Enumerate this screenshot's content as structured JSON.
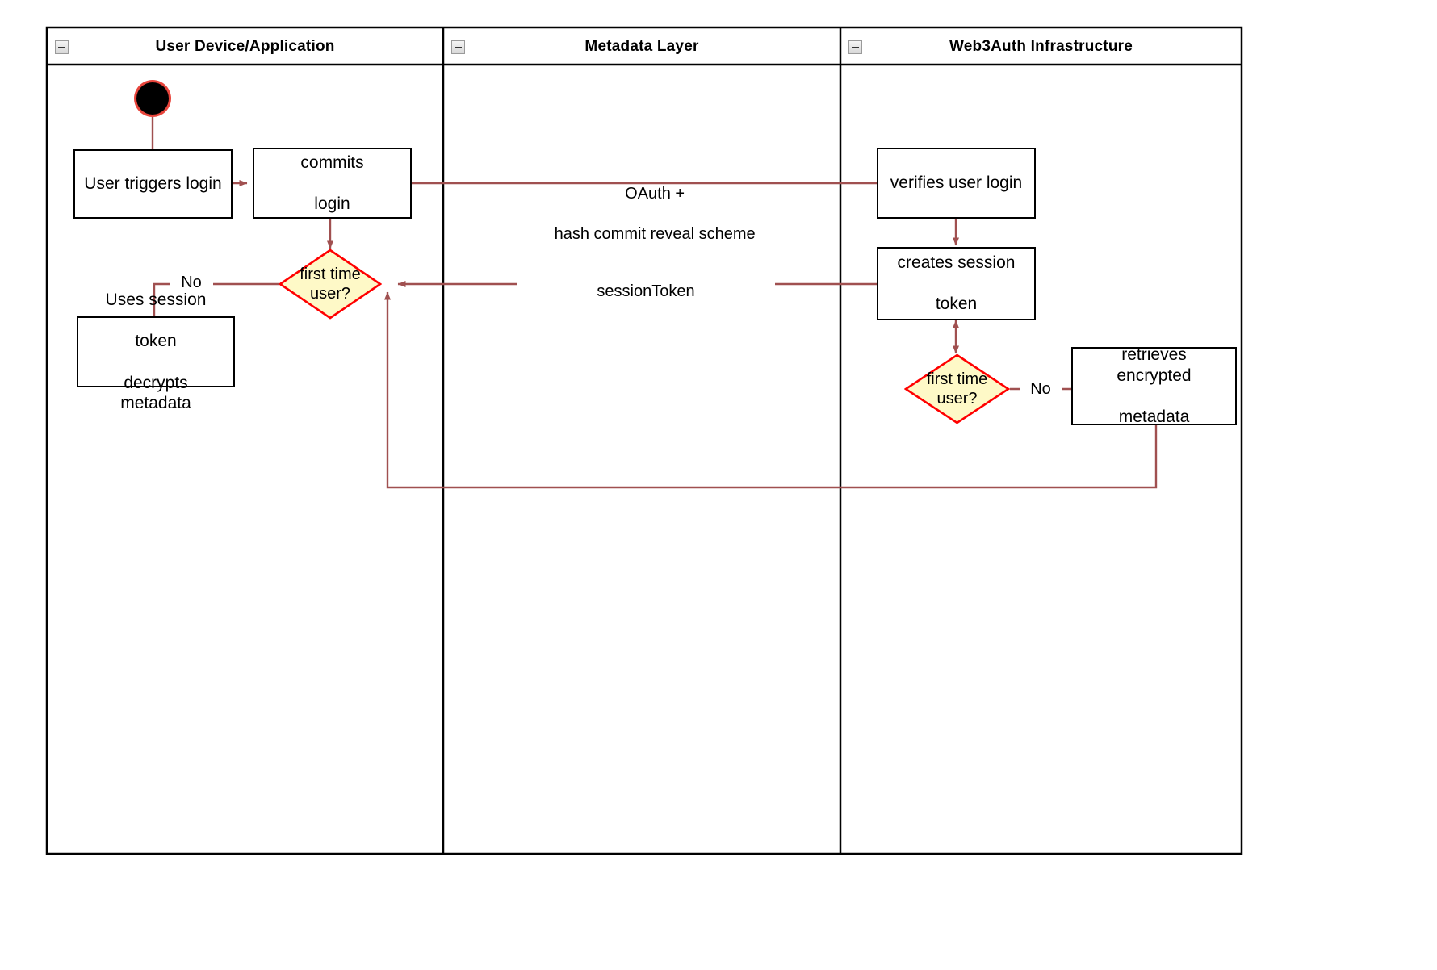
{
  "diagram": {
    "type": "swimlane-activity-diagram",
    "lanes": [
      {
        "id": "user-device",
        "title": "User Device/Application",
        "collapse_icon": "collapse-minus-icon"
      },
      {
        "id": "metadata-layer",
        "title": "Metadata Layer",
        "collapse_icon": "collapse-minus-icon"
      },
      {
        "id": "web3auth",
        "title": "Web3Auth Infrastructure",
        "collapse_icon": "collapse-minus-icon"
      }
    ],
    "nodes": {
      "start": {
        "type": "start-node",
        "label": ""
      },
      "user_triggers_login": {
        "label": "User triggers login"
      },
      "commits_login": {
        "label": "commits\nlogin",
        "line1": "commits",
        "line2": "login"
      },
      "first_time_user_left": {
        "label": "first time\nuser?",
        "line1": "first time",
        "line2": "user?"
      },
      "uses_session_token": {
        "line1": "Uses session",
        "line2": "token",
        "line3": "decrypts metadata"
      },
      "verifies_user_login": {
        "label": "verifies user login"
      },
      "creates_session_token": {
        "line1": "creates session",
        "line2": "token"
      },
      "first_time_user_right": {
        "line1": "first time",
        "line2": "user?"
      },
      "retrieves_encrypted_metadata": {
        "line1": "retrieves encrypted",
        "line2": "metadata"
      }
    },
    "edge_labels": {
      "oauth": {
        "line1": "OAuth +",
        "line2": "hash commit reveal scheme"
      },
      "session_token": "sessionToken",
      "no_left": "No",
      "no_right": "No"
    },
    "colors": {
      "edge": "#A05050",
      "decision_fill": "#FEF9C7",
      "decision_stroke": "#FF0000",
      "node_stroke": "#000000",
      "start_fill": "#000000",
      "start_ring": "#E8453C",
      "lane_border": "#000000",
      "header_bg": "#FFFFFF"
    }
  }
}
